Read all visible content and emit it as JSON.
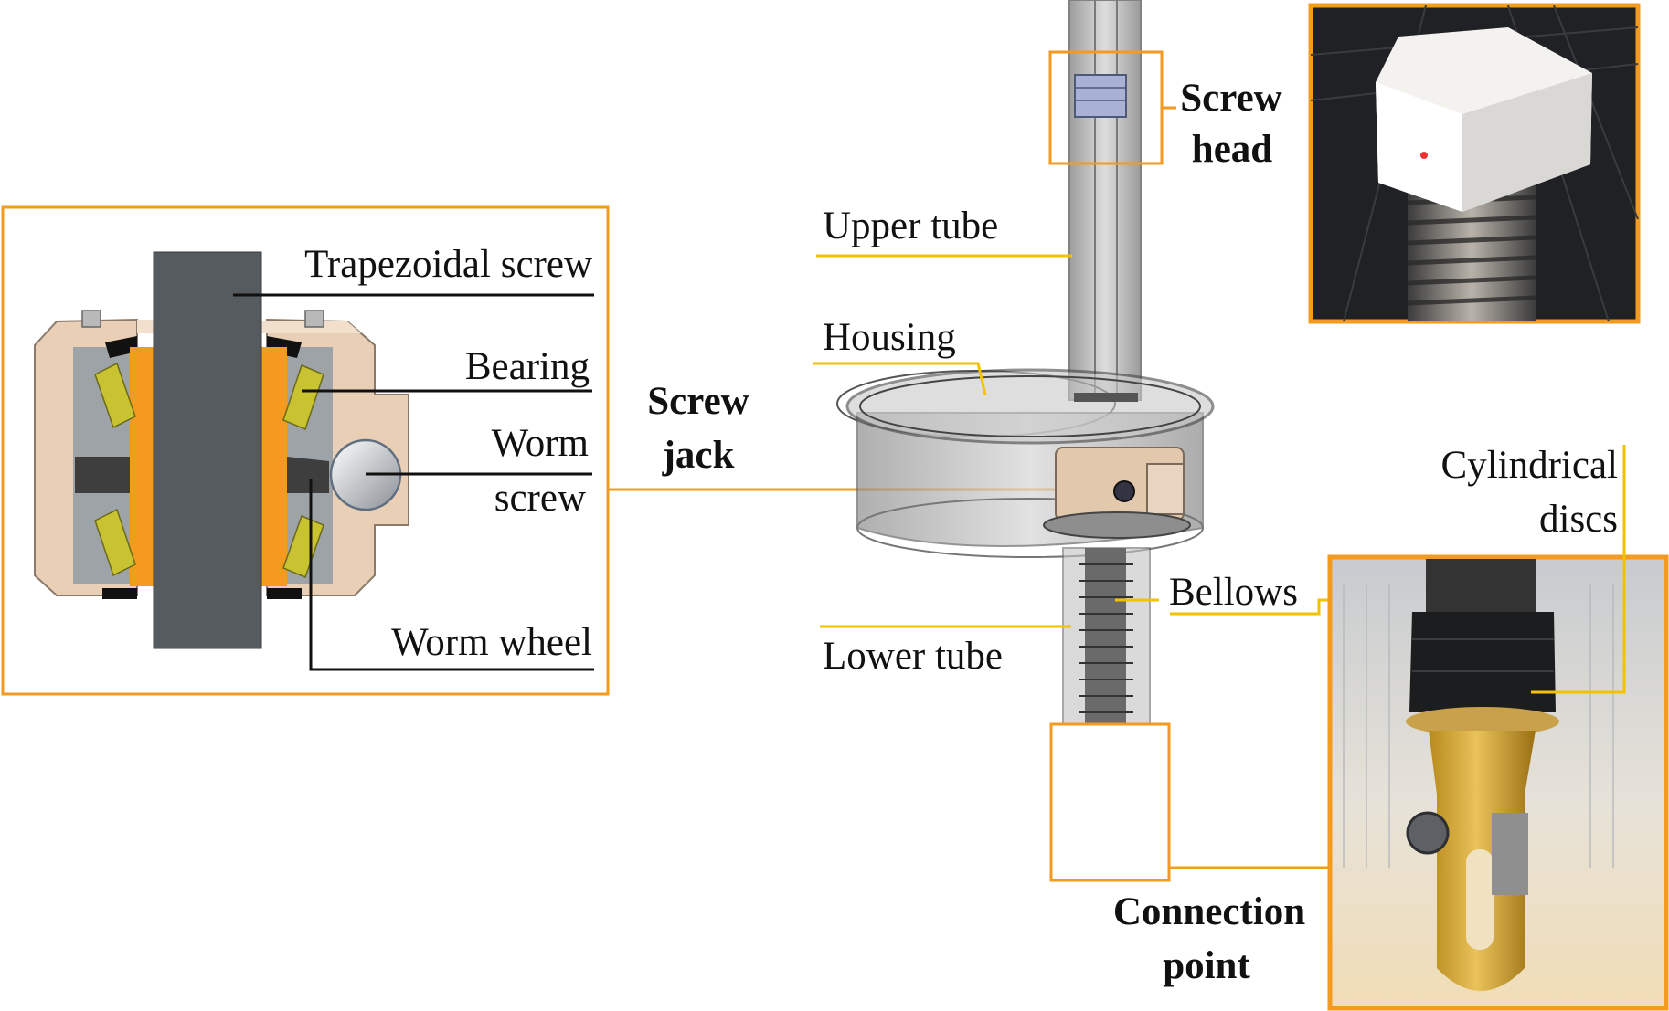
{
  "colors": {
    "frame_orange": "#f39a1f",
    "leader_yellow": "#f2c200",
    "leader_black": "#111111",
    "bearing_yellow": "#c9c332",
    "housing_beige": "#e9cfb6",
    "screw_gray": "#555b5e",
    "photo_dark": "#202124"
  },
  "labels": {
    "trapezoidal_screw": "Trapezoidal screw",
    "bearing": "Bearing",
    "worm_line1": "Worm",
    "worm_line2": "screw",
    "worm_wheel": "Worm wheel",
    "screw_jack_line1": "Screw",
    "screw_jack_line2": "jack",
    "upper_tube": "Upper tube",
    "housing": "Housing",
    "lower_tube": "Lower tube",
    "bellows": "Bellows",
    "screw_head_line1": "Screw",
    "screw_head_line2": "head",
    "cylindrical_line1": "Cylindrical",
    "cylindrical_line2": "discs",
    "connection_line1": "Connection",
    "connection_line2": "point"
  },
  "icons": {
    "cutaway": "screw-jack-cutaway-icon",
    "assembly": "screw-jack-assembly-icon",
    "screw_head_photo": "screw-head-photo-icon",
    "connection_photo": "connection-point-photo-icon"
  }
}
